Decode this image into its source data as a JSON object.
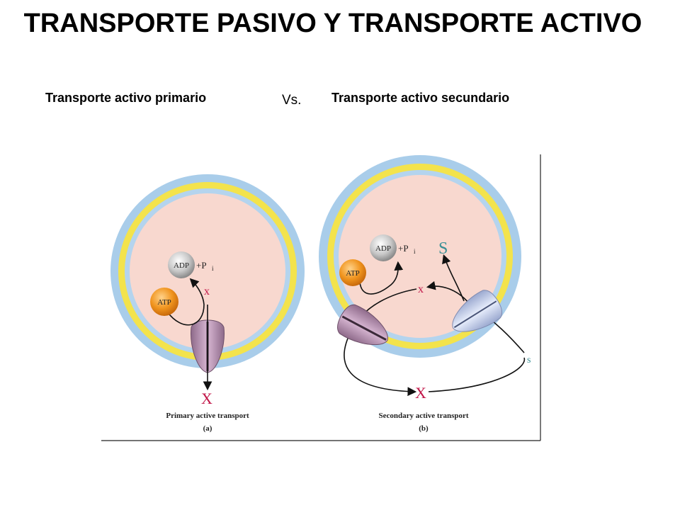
{
  "title": "TRANSPORTE PASIVO Y TRANSPORTE ACTIVO",
  "subtitle": {
    "left": "Transporte activo primario",
    "vs": "Vs.",
    "right": "Transporte activo secundario"
  },
  "figure": {
    "panel_a": {
      "caption": "Primary active transport",
      "letter": "(a)",
      "atp": "ATP",
      "adp": "ADP",
      "pi_plus": "+P",
      "pi_sub": "i",
      "x_inside": "x",
      "x_outside": "X"
    },
    "panel_b": {
      "caption": "Secondary active transport",
      "letter": "(b)",
      "atp": "ATP",
      "adp": "ADP",
      "pi_plus": "+P",
      "pi_sub": "i",
      "s_inside": "S",
      "x_inside": "x",
      "s_outside": "s",
      "x_outside": "X"
    }
  },
  "colors": {
    "cytoplasm": "#f8d8cf",
    "membrane_outer": "#9ec6e8",
    "membrane_yellow": "#f3e34c",
    "atp": "#f0941e",
    "adp": "#c8c8c8",
    "pump": "#b890b4",
    "symporter": "#c9d4ee",
    "x_label": "#c2184a",
    "s_label": "#3a8f95"
  }
}
